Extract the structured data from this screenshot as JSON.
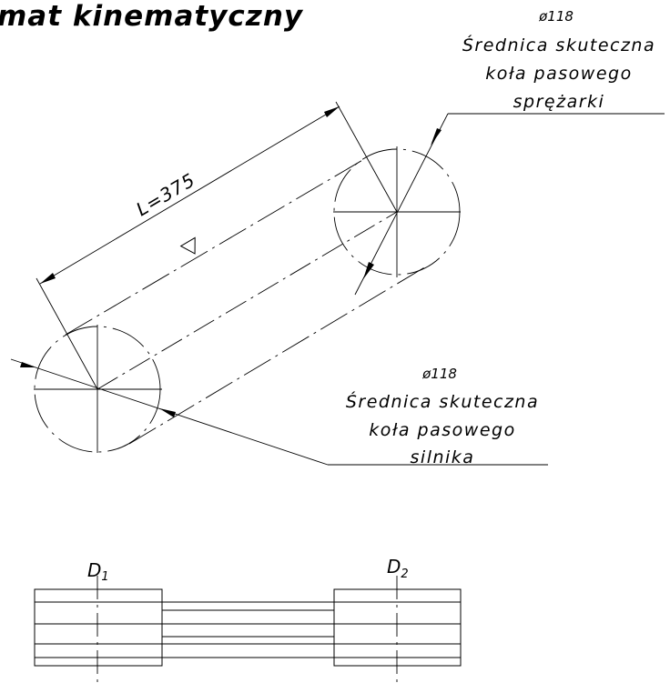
{
  "title": "mat kinematyczny",
  "dimension": {
    "length_label": "L=375"
  },
  "compressor_pulley": {
    "diameter": "ø118",
    "label_lines": [
      "Średnica skuteczna",
      "koła pasowego",
      "sprężarki"
    ]
  },
  "motor_pulley": {
    "diameter": "ø118",
    "label_lines": [
      "Średnica skuteczna",
      "koła pasowego",
      "silnika"
    ]
  },
  "side_view": {
    "d1_letter": "D",
    "d1_sub": "1",
    "d2_letter": "D",
    "d2_sub": "2"
  }
}
